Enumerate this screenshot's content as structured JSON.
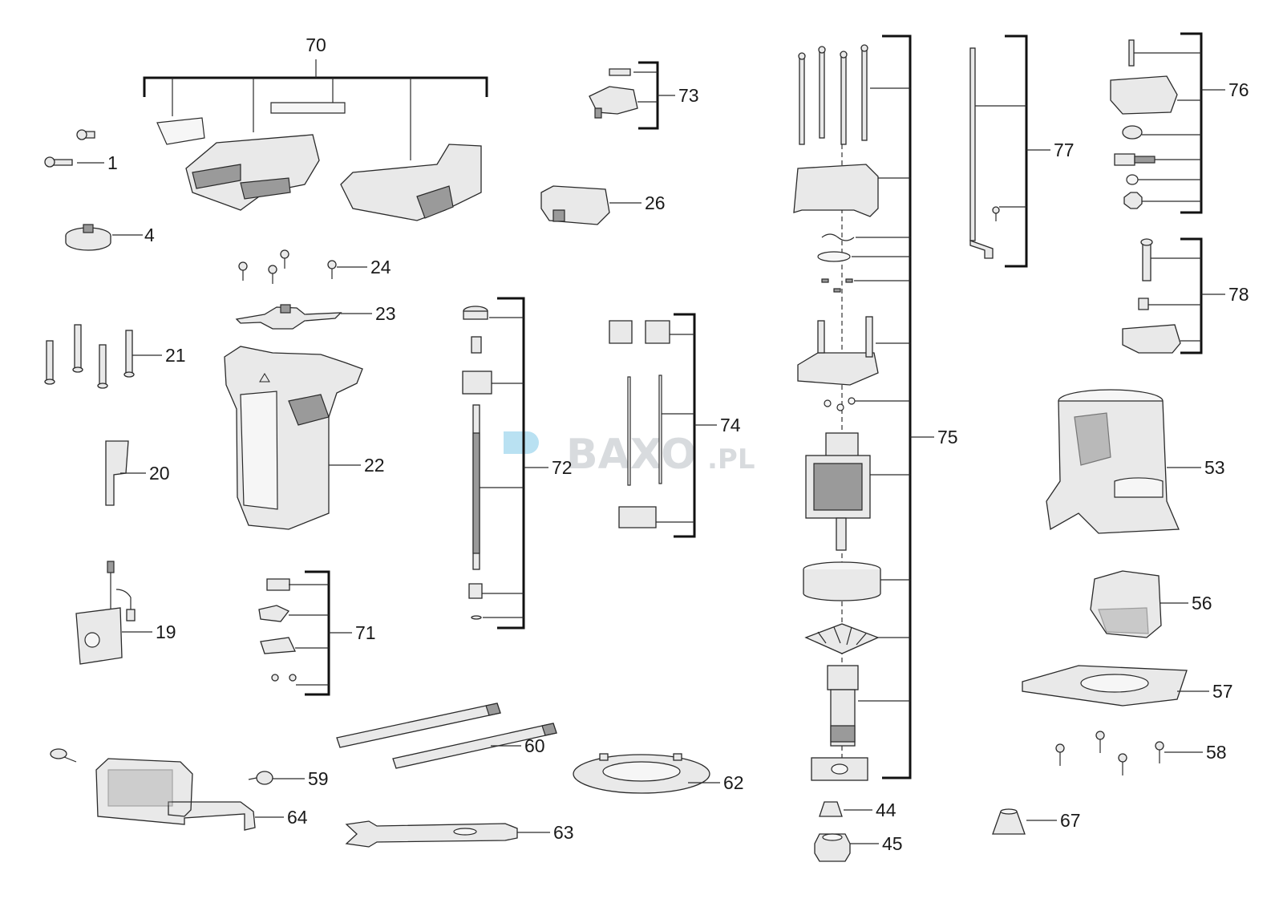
{
  "diagram": {
    "labels": [
      "70",
      "1",
      "4",
      "73",
      "26",
      "24",
      "23",
      "21",
      "22",
      "20",
      "72",
      "74",
      "75",
      "19",
      "71",
      "60",
      "59",
      "64",
      "62",
      "63",
      "44",
      "45",
      "77",
      "76",
      "78",
      "53",
      "56",
      "57",
      "58",
      "67"
    ],
    "watermark": {
      "main": "BAXO",
      "suffix": ".PL"
    },
    "colors": {
      "ink": "#1a1a1a",
      "part_fill": "#e9e9e9",
      "watermark": "#b9bec4"
    }
  }
}
